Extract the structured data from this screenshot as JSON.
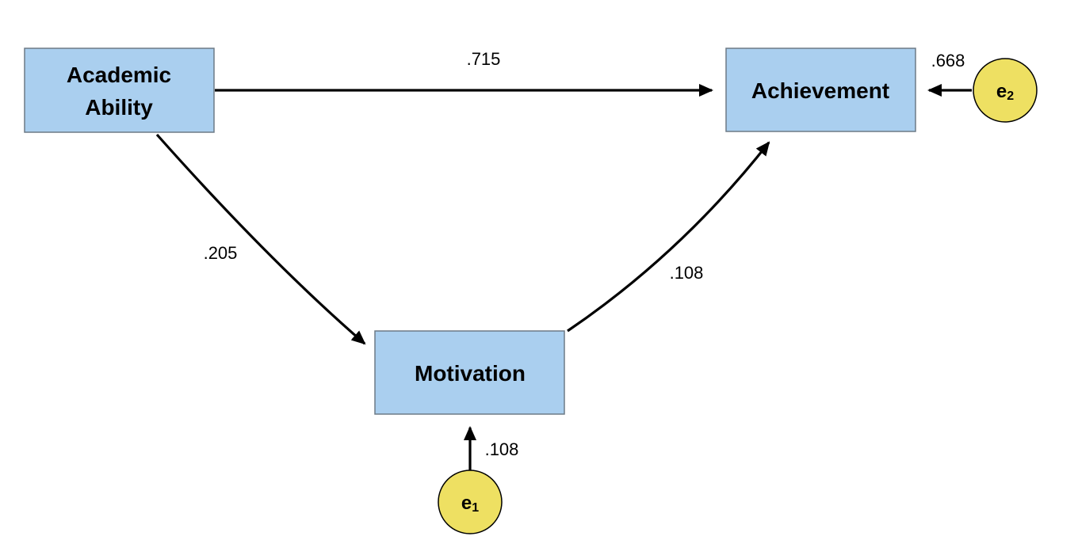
{
  "nodes": {
    "academic_ability": {
      "line1": "Academic",
      "line2": "Ability"
    },
    "achievement": {
      "label": "Achievement"
    },
    "motivation": {
      "label": "Motivation"
    }
  },
  "errors": {
    "e1": {
      "letter": "e",
      "subscript": "1"
    },
    "e2": {
      "letter": "e",
      "subscript": "2"
    }
  },
  "coefficients": {
    "ability_to_achievement": ".715",
    "ability_to_motivation": ".205",
    "motivation_to_achievement": ".108",
    "e1_to_motivation": ".108",
    "e2_to_achievement": ".668"
  },
  "colors": {
    "box_fill": "#aacfef",
    "error_fill": "#eee062"
  }
}
